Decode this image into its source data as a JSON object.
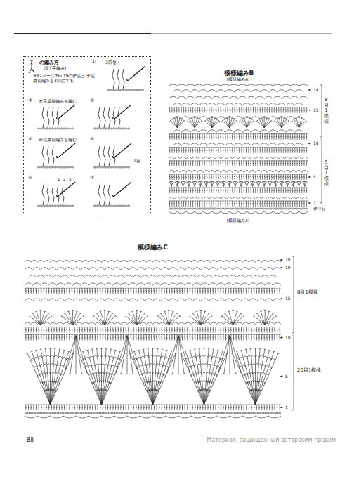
{
  "diagram": {
    "nodes": [
      {
        "text": [
          "の編み方",
          "(逆Y字編み)",
          "※87ページ/No.19の作品は 未完成長編みを3回にする"
        ]
      },
      {
        "text": [
          "模様編みB"
        ]
      },
      {
        "text": [
          "模様編みC"
        ]
      }
    ],
    "labels": [
      "①",
      "3回巻く",
      "②",
      "未完成長編みを編む",
      "③",
      "④",
      "未完成長編みを編む",
      "⑤",
      "2目",
      "⑥",
      "1",
      "2",
      "3",
      "⑦",
      "(模様編みA)",
      "18",
      "15",
      "10",
      "5",
      "1",
      "作り目",
      "8目1模様",
      "5目1模様",
      "(模様編みA)",
      "20",
      "19",
      "15",
      "10",
      "5",
      "1",
      "8目1模様",
      "20目1模様",
      "88",
      "Материал, защищенный авторским правом"
    ]
  }
}
